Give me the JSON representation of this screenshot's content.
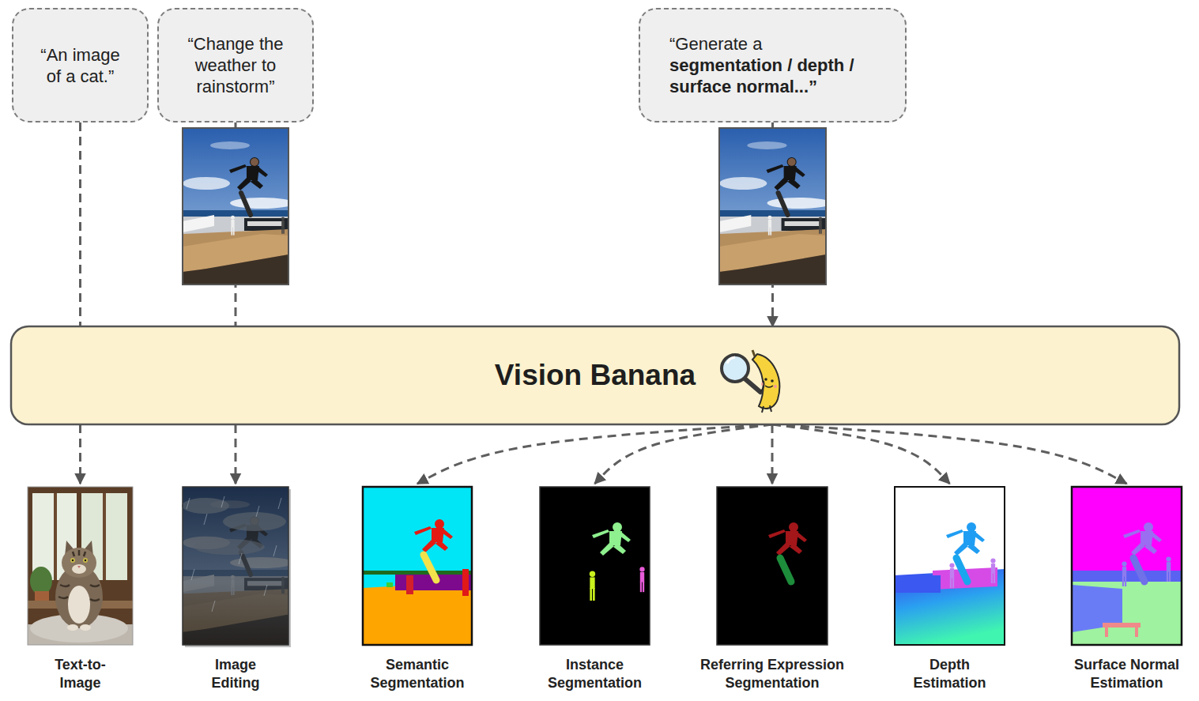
{
  "diagram": {
    "nodes": [
      {
        "text": [
          "“An image of a cat.”"
        ]
      },
      {
        "text": [
          "“Change the weather to rainstorm”"
        ]
      },
      {
        "text": [
          "“Generate a segmentation / depth / surface normal...”"
        ]
      },
      {
        "text": [
          "Vision Banana"
        ]
      },
      {
        "text": [
          "Text-to- Image"
        ]
      },
      {
        "text": [
          "Image Editing"
        ]
      },
      {
        "text": [
          "Semantic Segmentation"
        ]
      },
      {
        "text": [
          "Instance Segmentation"
        ]
      },
      {
        "text": [
          "Referring Expression Segmentation"
        ]
      },
      {
        "text": [
          "Depth Estimation"
        ]
      },
      {
        "text": [
          "Surface Normal Estimation"
        ]
      }
    ],
    "edges": [
      {
        "from": 0,
        "to": 3,
        "arrow": "none"
      },
      {
        "from": 3,
        "to": 4,
        "arrow": "to"
      },
      {
        "from": 1,
        "to": 3,
        "arrow": "none"
      },
      {
        "from": 3,
        "to": 5,
        "arrow": "to"
      },
      {
        "from": 2,
        "to": 3,
        "arrow": "to"
      },
      {
        "from": 3,
        "to": 6,
        "arrow": "to"
      },
      {
        "from": 3,
        "to": 7,
        "arrow": "to"
      },
      {
        "from": 3,
        "to": 8,
        "arrow": "to"
      },
      {
        "from": 3,
        "to": 9,
        "arrow": "to"
      },
      {
        "from": 3,
        "to": 10,
        "arrow": "to"
      }
    ]
  }
}
